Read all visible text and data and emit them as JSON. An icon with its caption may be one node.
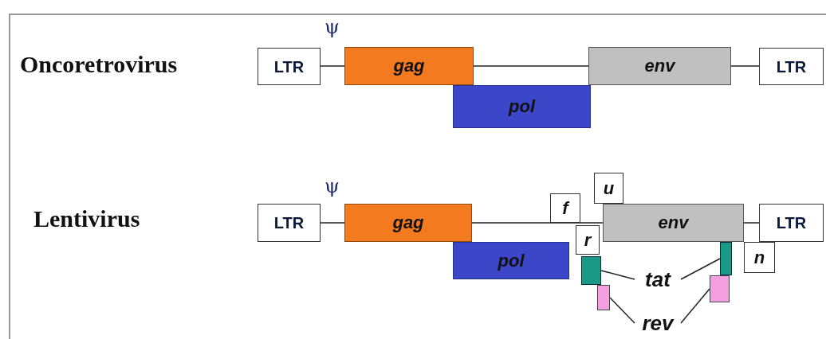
{
  "diagram": {
    "nodes": [
      {
        "text": [
          "LTR"
        ]
      },
      {
        "text": [
          "gag"
        ]
      },
      {
        "text": [
          "env"
        ]
      },
      {
        "text": [
          "LTR"
        ]
      },
      {
        "text": [
          "pol"
        ]
      },
      {
        "text": [
          "u"
        ]
      },
      {
        "text": [
          "f"
        ]
      },
      {
        "text": [
          "LTR"
        ]
      },
      {
        "text": [
          "gag"
        ]
      },
      {
        "text": [
          "env"
        ]
      },
      {
        "text": [
          "LTR"
        ]
      },
      {
        "text": [
          "r"
        ]
      },
      {
        "text": [
          "pol"
        ]
      },
      {
        "text": [
          "n"
        ]
      },
      {
        "text": [],
        "shape": "box"
      },
      {
        "text": [],
        "shape": "box"
      },
      {
        "text": [
          "tat"
        ]
      },
      {
        "text": [],
        "shape": "box"
      },
      {
        "text": [],
        "shape": "box"
      },
      {
        "text": [
          "rev"
        ]
      }
    ],
    "edges": [
      {
        "from": 0,
        "to": 1,
        "arrow": "none"
      },
      {
        "from": 1,
        "to": 2,
        "arrow": "none"
      },
      {
        "from": 2,
        "to": 3,
        "arrow": "none"
      },
      {
        "from": 7,
        "to": 8,
        "arrow": "none"
      },
      {
        "from": 8,
        "to": 9,
        "arrow": "none"
      },
      {
        "from": 9,
        "to": 10,
        "arrow": "none"
      },
      {
        "from": 16,
        "to": 14,
        "arrow": "none"
      },
      {
        "from": 16,
        "to": 15,
        "arrow": "none"
      },
      {
        "from": 19,
        "to": 17,
        "arrow": "none"
      },
      {
        "from": 19,
        "to": 18,
        "arrow": "none"
      }
    ],
    "labels": [
      "ψ",
      "Oncoretrovirus",
      "ψ",
      "Lentivirus"
    ]
  }
}
